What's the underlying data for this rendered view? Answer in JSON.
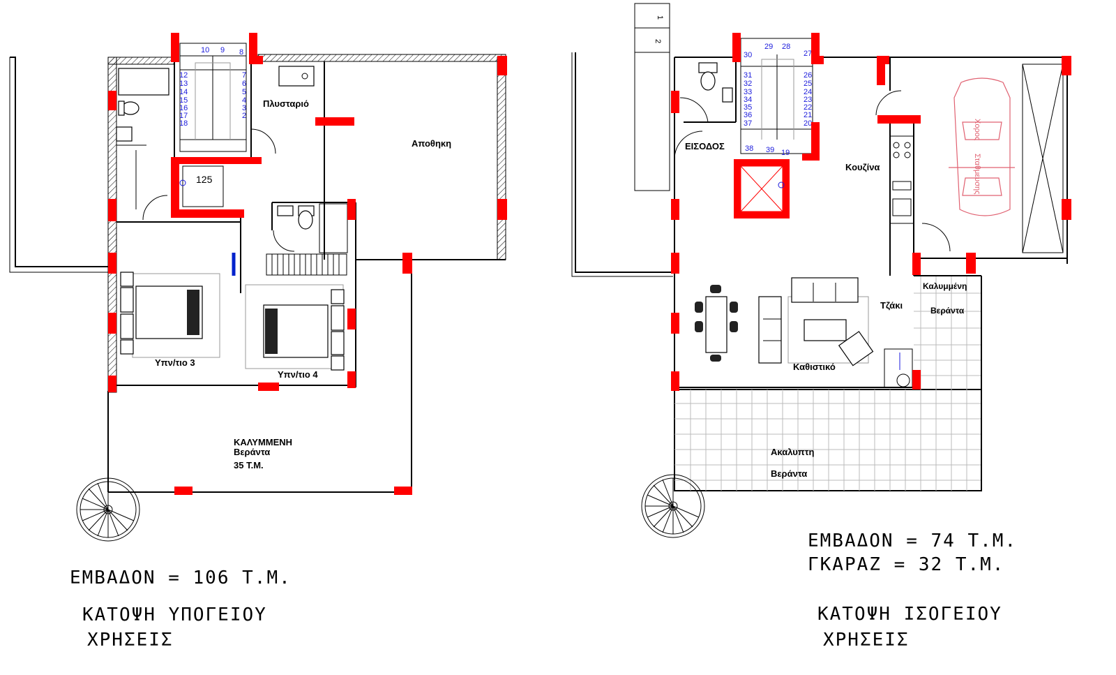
{
  "basement": {
    "rooms": {
      "plastario": "Πλυσταριό",
      "apothiki": "Αποθηκη",
      "bedroom3": "Υπν/τιο 3",
      "bedroom4": "Υπν/τιο 4",
      "veranda_l1": "ΚΑΛΥΜΜΕΝΗ",
      "veranda_l2": "Βεράντα",
      "veranda_l3": "35 Τ.Μ."
    },
    "dim_label": "125",
    "stair_left": [
      "12",
      "13",
      "14",
      "15",
      "16",
      "17",
      "18"
    ],
    "stair_right": [
      "7",
      "6",
      "5",
      "4",
      "3",
      "2"
    ],
    "stair_top": [
      "10",
      "9",
      "8"
    ],
    "area": "ΕΜΒΑΔΟΝ = 106 Τ.Μ.",
    "title": "ΚΑΤΟΨΗ ΥΠΟΓΕΙΟΥ",
    "subtitle": "ΧΡΗΣΕΙΣ"
  },
  "ground": {
    "rooms": {
      "entrance": "ΕΙΣΟΔΟΣ",
      "kitchen": "Κουζίνα",
      "living": "Καθιστικό",
      "fireplace": "Τζάκι",
      "covered_l1": "Καλυμμένη",
      "covered_l2": "Βεράντα",
      "open_l1": "Ακαλυπτη",
      "open_l2": "Βεράντα"
    },
    "stair_left": [
      "31",
      "32",
      "33",
      "34",
      "35",
      "36",
      "37"
    ],
    "stair_right": [
      "26",
      "25",
      "24",
      "23",
      "22",
      "21",
      "20"
    ],
    "stair_top": [
      "30",
      "29",
      "28",
      "27"
    ],
    "stair_bottom": [
      "38",
      "39",
      "19"
    ],
    "garage_car": [
      "Χορος",
      "Σταθμευσης"
    ],
    "area": "ΕΜΒΑΔΟΝ = 74 Τ.Μ.",
    "garage": "ΓΚΑΡΑΖ = 32 Τ.Μ.",
    "title": "ΚΑΤΟΨΗ ΙΣΟΓΕΙΟΥ",
    "subtitle": "ΧΡΗΣΕΙΣ"
  },
  "top_marker": [
    "1",
    "2"
  ],
  "colors": {
    "column": "#ff0000",
    "stair_numbers": "#1a1adc",
    "car": "#e06070"
  }
}
